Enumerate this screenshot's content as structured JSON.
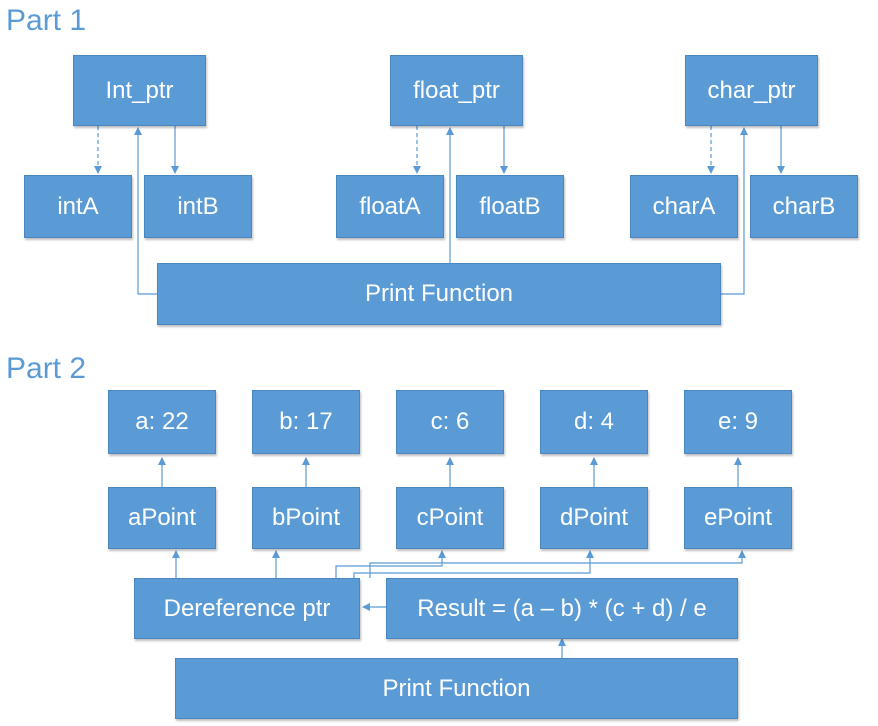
{
  "part1": {
    "heading": "Part 1",
    "pointers": {
      "int": "Int_ptr",
      "float": "float_ptr",
      "char": "char_ptr"
    },
    "vars": {
      "intA": "intA",
      "intB": "intB",
      "floatA": "floatA",
      "floatB": "floatB",
      "charA": "charA",
      "charB": "charB"
    },
    "print": "Print Function"
  },
  "part2": {
    "heading": "Part 2",
    "values": {
      "a": "a: 22",
      "b": "b: 17",
      "c": "c: 6",
      "d": "d: 4",
      "e": "e: 9"
    },
    "points": {
      "a": "aPoint",
      "b": "bPoint",
      "c": "cPoint",
      "d": "dPoint",
      "e": "ePoint"
    },
    "deref": "Dereference ptr",
    "result": "Result = (a – b) * (c + d) / e",
    "print": "Print Function"
  },
  "colors": {
    "box": "#5b9bd5",
    "text": "#ffffff",
    "line": "#5b9bd5"
  }
}
